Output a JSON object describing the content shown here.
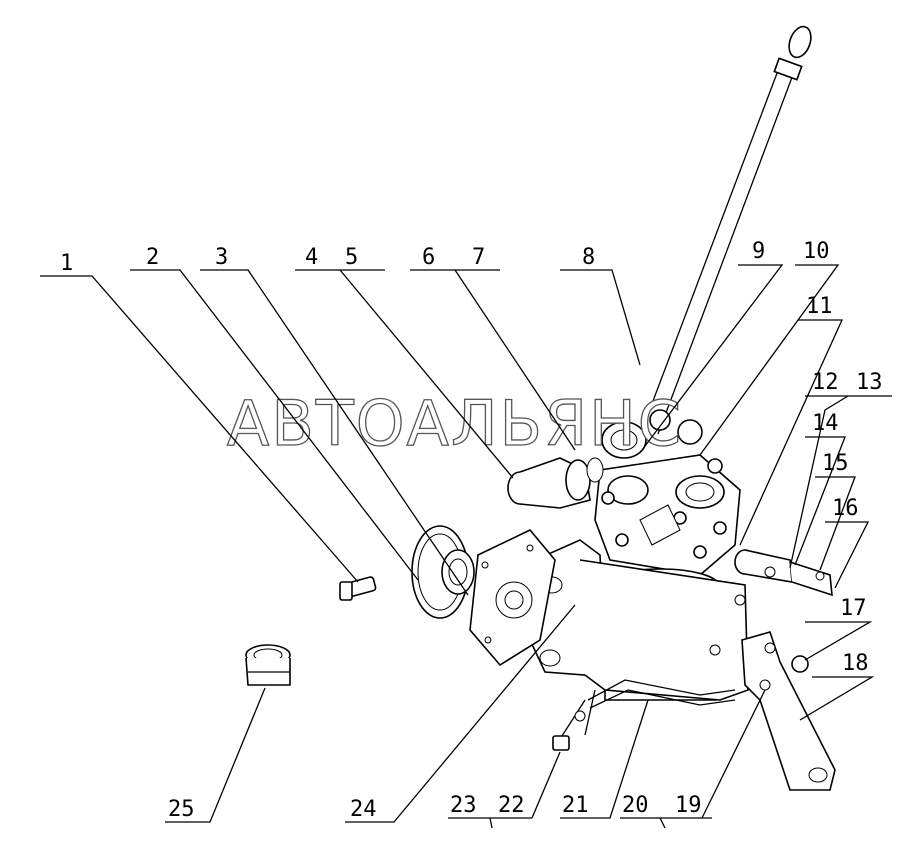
{
  "watermark": "АВТОАЛЬЯНС",
  "callouts": [
    "1",
    "2",
    "3",
    "4",
    "5",
    "6",
    "7",
    "8",
    "9",
    "10",
    "11",
    "12",
    "13",
    "14",
    "15",
    "16",
    "17",
    "18",
    "19",
    "20",
    "21",
    "22",
    "23",
    "24",
    "25"
  ]
}
